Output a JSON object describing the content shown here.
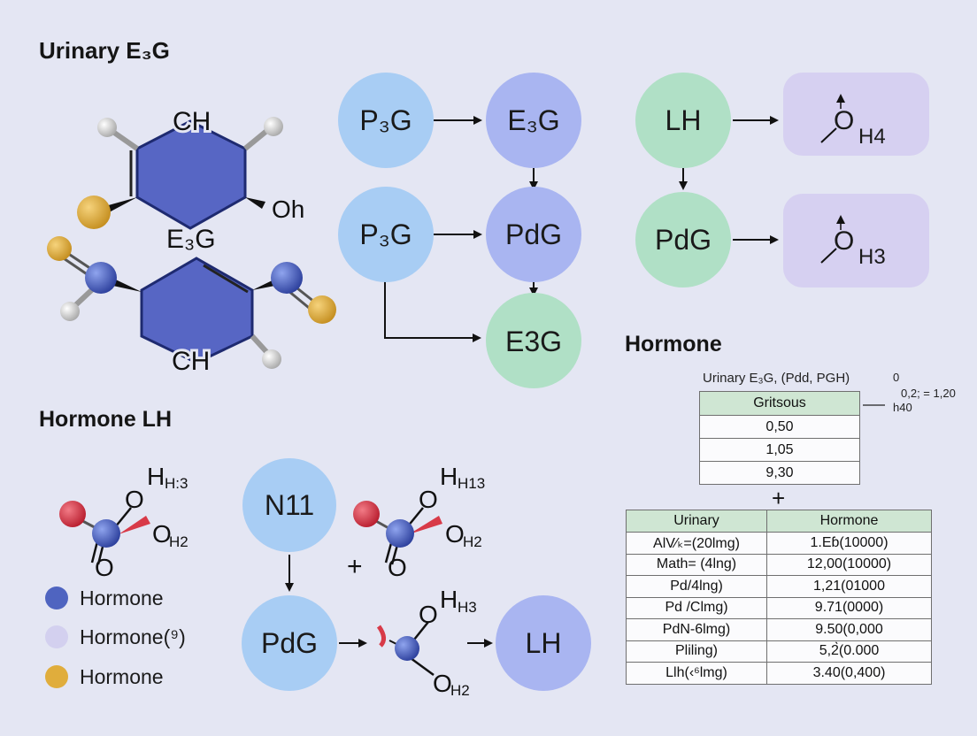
{
  "headings": {
    "urinary_e3g": "Urinary E₃G",
    "hormone_lh": "Hormone LH",
    "hormone": "Hormone"
  },
  "molecule_top": {
    "label_ch_top": "CH",
    "label_oh": "Oh",
    "label_e3g": "E₃G",
    "label_ch_bottom": "CH"
  },
  "flow_nodes": {
    "p3g_1": "P₃G",
    "e3g_1": "E₃G",
    "p3g_2": "P₃G",
    "pdg_1": "PdG",
    "e3g_2": "E3G",
    "lh_1": "LH",
    "pdg_2": "PdG",
    "oh4": "H4",
    "oh3": "H3",
    "n11": "N11",
    "pdg_3": "PdG",
    "lh_2": "LH"
  },
  "small_molecules": {
    "left_h": "H",
    "left_h_sub": "H:3",
    "left_o": "O",
    "left_oh": "O",
    "left_oh_sub": "H2",
    "left_o_bottom": "O",
    "mid_h": "H",
    "mid_h_sub": "H13",
    "mid_o": "O",
    "mid_oh": "O",
    "mid_oh_sub": "H2",
    "mid_o_bottom": "O",
    "plus": "+",
    "bottom_h": "H",
    "bottom_h_sub": "H3",
    "bottom_o": "O",
    "bottom_oh": "O",
    "bottom_oh_sub": "H2"
  },
  "legend": [
    {
      "label": "Hormone",
      "color": "#4f64c0"
    },
    {
      "label": "Hormone(⁹)",
      "color": "#d3d0ef"
    },
    {
      "label": "Hormone",
      "color": "#e0ad3c"
    }
  ],
  "colors": {
    "blue_node": "#a8cdf4",
    "indigo_node": "#a9b5f1",
    "green_node": "#b0e0c6",
    "purple_box": "#d6d0f1",
    "ring_fill": "#5766c4",
    "atom_blue": "#4358b8",
    "atom_gold": "#e2ae3b",
    "atom_red": "#d83a48",
    "atom_gray": "#d7d7d7"
  },
  "table1": {
    "caption": "Urinary E₃G, (Pdd, PGH)",
    "side_note_1": "0",
    "side_note_2": "0,2; = 1,20",
    "side_note_3": "h40",
    "header": "Gritsous",
    "rows": [
      "0,50",
      "1,05",
      "9,30"
    ]
  },
  "plus_between_tables": "+",
  "table2": {
    "headers": [
      "Urinary",
      "Hormone"
    ],
    "rows": [
      [
        "AlV⁄ₖ=(20lmg)",
        "1.Εɓ(10000)"
      ],
      [
        "Math= (4lng)",
        "12,00(10000)"
      ],
      [
        "Pd/4lng)",
        "1,21(01000"
      ],
      [
        "Pd /Clmg)",
        "9.71(0000)"
      ],
      [
        "PdN-6lmg)",
        "9.50(0,000"
      ],
      [
        "Pliling)",
        "5,2̀(0.000"
      ],
      [
        "Llh(‹⁶lmg)",
        "3.40(0,400)"
      ]
    ]
  }
}
